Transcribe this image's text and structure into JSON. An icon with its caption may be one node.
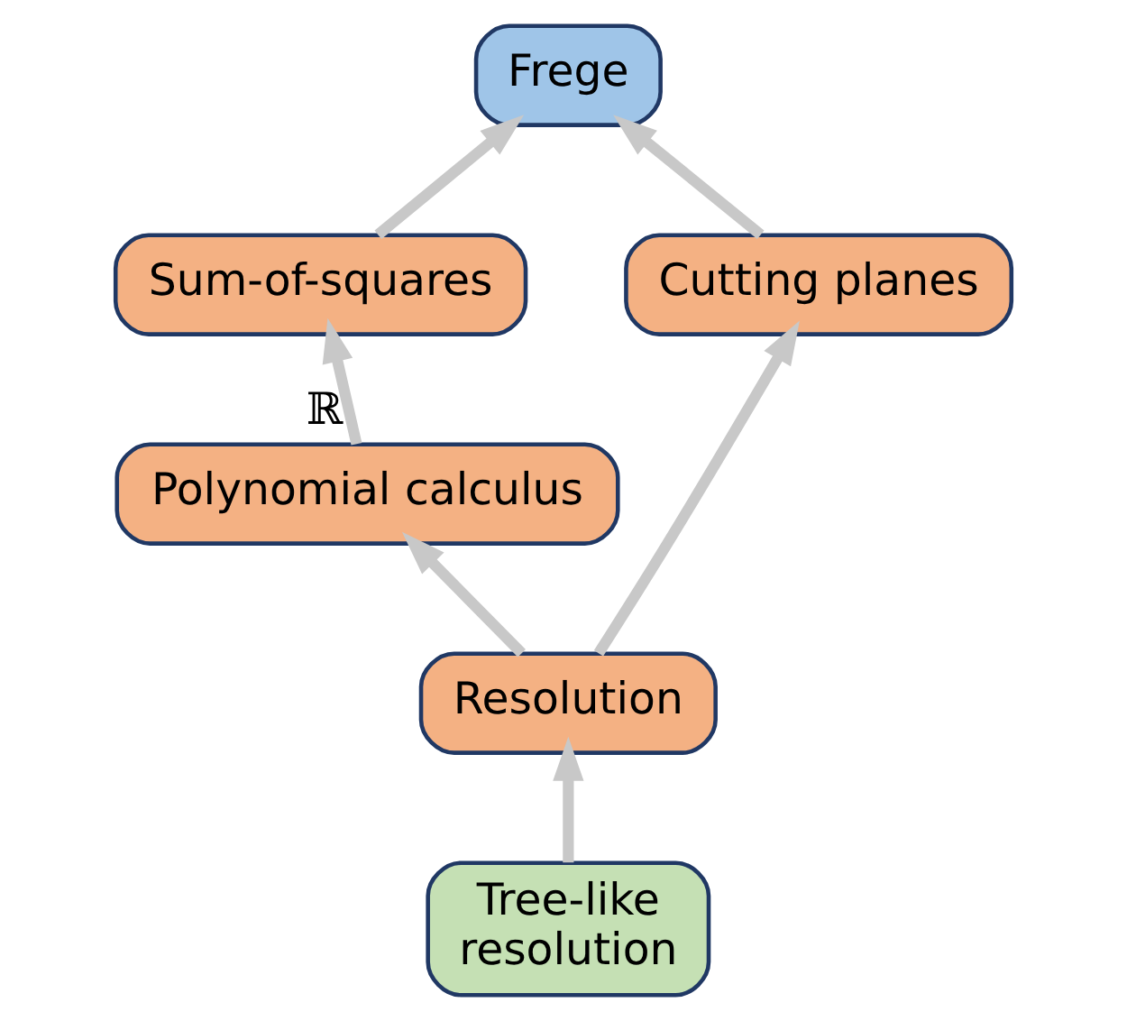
{
  "diagram": {
    "nodes": [
      {
        "text": [
          "Frege"
        ]
      },
      {
        "text": [
          "Sum-of-squares"
        ]
      },
      {
        "text": [
          "Polynomial calculus"
        ]
      },
      {
        "text": [
          "Cutting planes"
        ]
      },
      {
        "text": [
          "Resolution"
        ]
      },
      {
        "text": [
          "Tree-like resolution"
        ]
      }
    ],
    "edges": [
      {
        "from": 1,
        "to": 0,
        "arrow": "to"
      },
      {
        "from": 3,
        "to": 0,
        "arrow": "to"
      },
      {
        "from": 2,
        "to": 1,
        "arrow": "to",
        "label": "ℝ"
      },
      {
        "from": 4,
        "to": 2,
        "arrow": "to"
      },
      {
        "from": 4,
        "to": 3,
        "arrow": "to"
      },
      {
        "from": 5,
        "to": 4,
        "arrow": "to"
      }
    ]
  }
}
